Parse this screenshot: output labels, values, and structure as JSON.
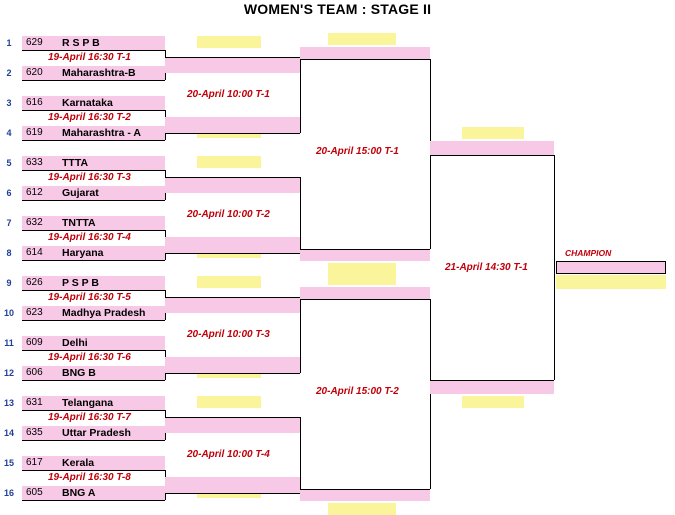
{
  "title": "WOMEN'S TEAM :  STAGE II",
  "round1": [
    {
      "seed": "1",
      "num": "629",
      "team": "R S P B"
    },
    {
      "seed": "2",
      "num": "620",
      "team": "Maharashtra-B"
    },
    {
      "seed": "3",
      "num": "616",
      "team": "Karnataka"
    },
    {
      "seed": "4",
      "num": "619",
      "team": "Maharashtra - A"
    },
    {
      "seed": "5",
      "num": "633",
      "team": "TTTA"
    },
    {
      "seed": "6",
      "num": "612",
      "team": "Gujarat"
    },
    {
      "seed": "7",
      "num": "632",
      "team": "TNTTA"
    },
    {
      "seed": "8",
      "num": "614",
      "team": "Haryana"
    },
    {
      "seed": "9",
      "num": "626",
      "team": "P S P B"
    },
    {
      "seed": "10",
      "num": "623",
      "team": "Madhya Pradesh"
    },
    {
      "seed": "11",
      "num": "609",
      "team": "Delhi"
    },
    {
      "seed": "12",
      "num": "606",
      "team": "BNG B"
    },
    {
      "seed": "13",
      "num": "631",
      "team": "Telangana"
    },
    {
      "seed": "14",
      "num": "635",
      "team": "Uttar Pradesh"
    },
    {
      "seed": "15",
      "num": "617",
      "team": "Kerala"
    },
    {
      "seed": "16",
      "num": "605",
      "team": "BNG A"
    }
  ],
  "round1_matches": [
    "19-April 16:30 T-1",
    "19-April 16:30 T-2",
    "19-April 16:30 T-3",
    "19-April 16:30 T-4",
    "19-April 16:30 T-5",
    "19-April 16:30 T-6",
    "19-April 16:30 T-7",
    "19-April 16:30 T-8"
  ],
  "quarter_matches": [
    "20-April 10:00 T-1",
    "20-April 10:00 T-2",
    "20-April 10:00 T-3",
    "20-April 10:00 T-4"
  ],
  "semi_matches": [
    "20-April 15:00  T-1",
    "20-April 15:00  T-2"
  ],
  "final_match": "21-April 14:30  T-1",
  "champion_label": "CHAMPION",
  "colors": {
    "slot_pink": "#f7c9e6",
    "slot_yellow": "#faf59b",
    "match_text": "#c0000a",
    "seed_text": "#1f3f9a"
  }
}
